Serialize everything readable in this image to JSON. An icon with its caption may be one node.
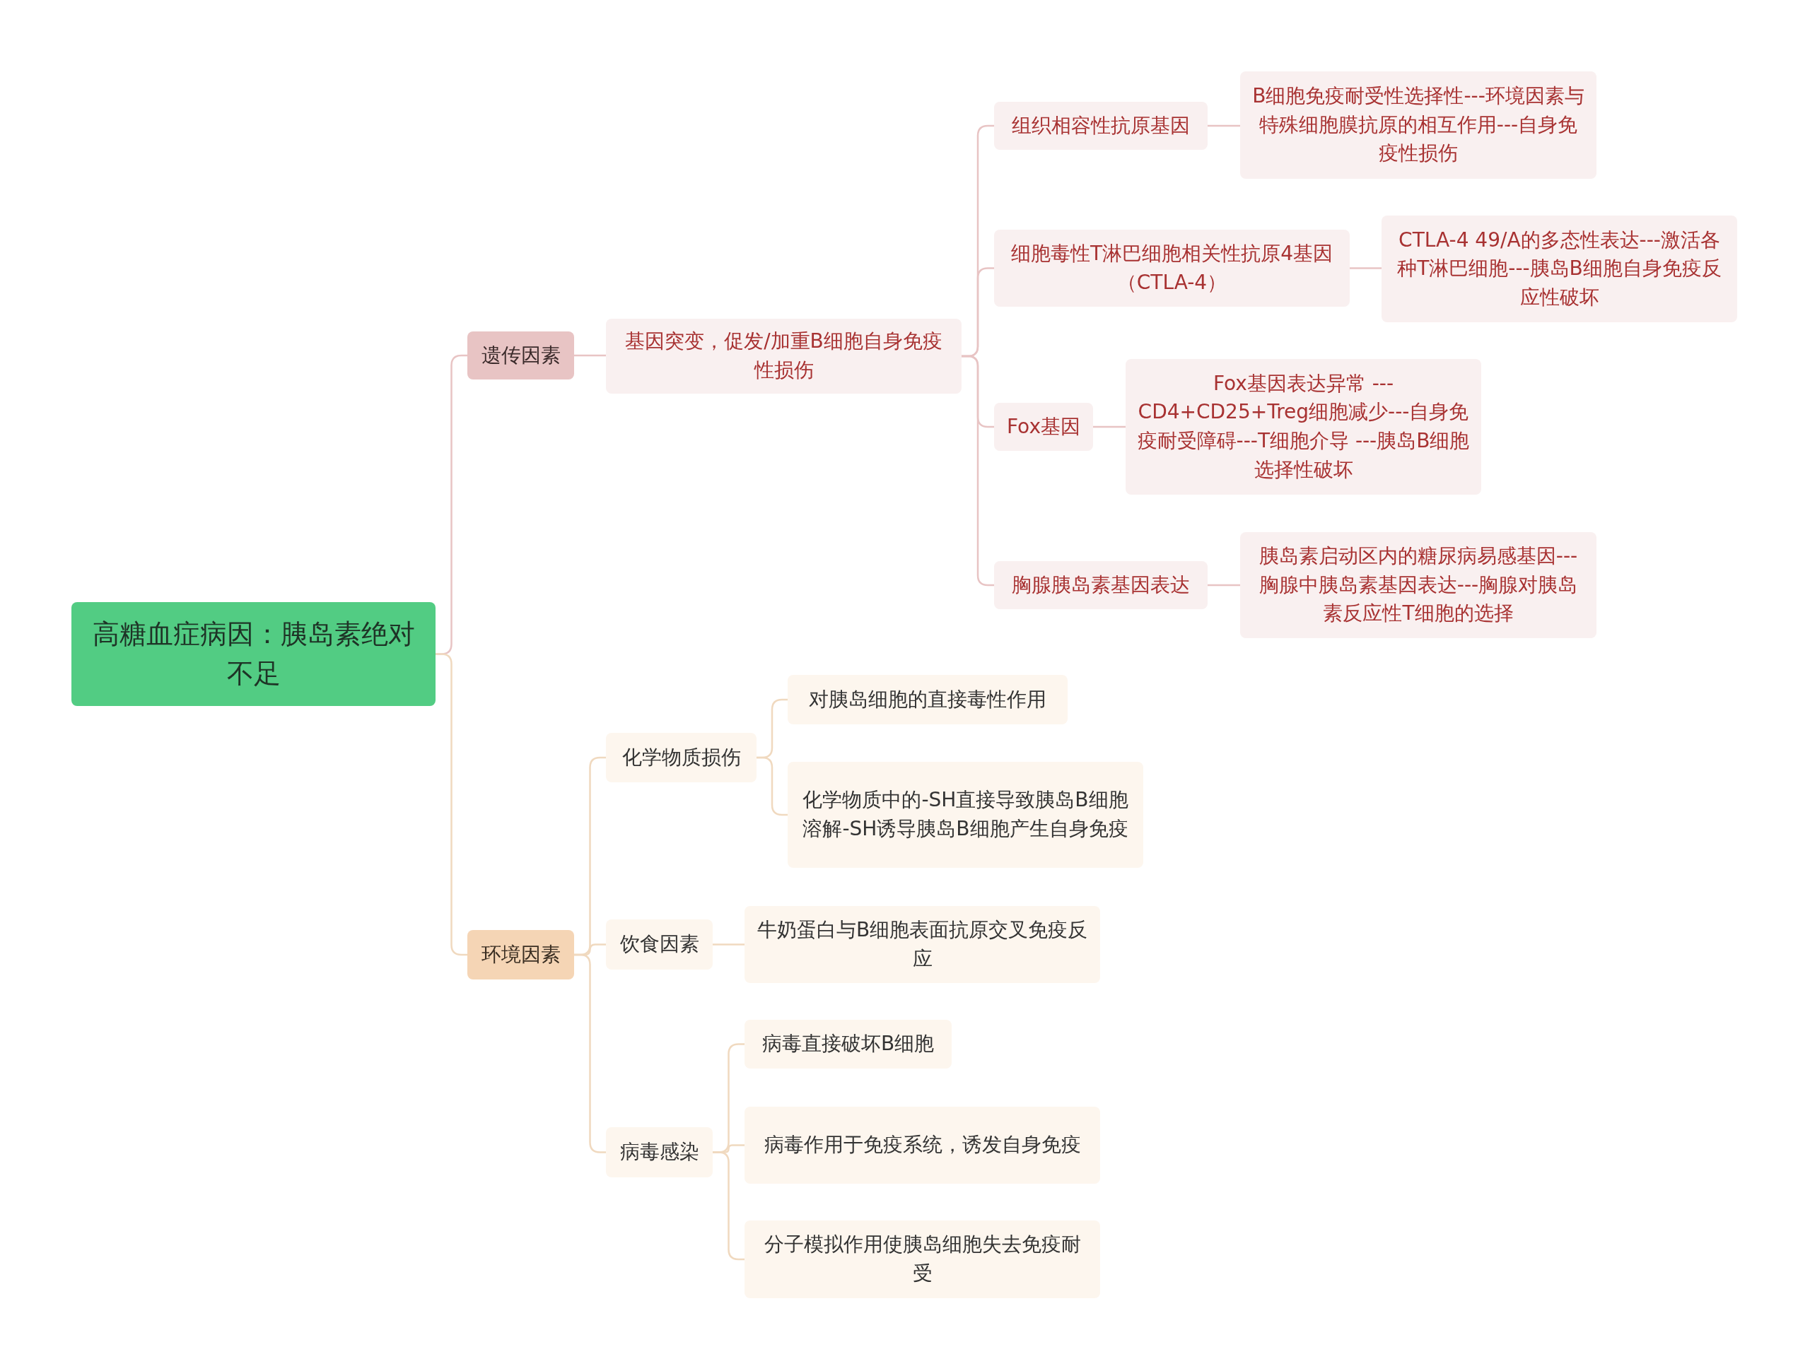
{
  "diagram": {
    "nodes": [
      {
        "text": [
          "高糖血症病因：胰岛素绝对不足"
        ]
      },
      {
        "text": [
          "遗传因素"
        ]
      },
      {
        "text": [
          "基因突变，促发/加重B细胞自身免疫性损伤"
        ]
      },
      {
        "text": [
          "组织相容性抗原基因"
        ]
      },
      {
        "text": [
          "B细胞免疫耐受性选择性---环境因素与特殊细胞膜抗原的相互作用---自身免疫性损伤"
        ]
      },
      {
        "text": [
          "细胞毒性T淋巴细胞相关性抗原4基因（CTLA-4）"
        ]
      },
      {
        "text": [
          "CTLA-4 49/A的多态性表达---激活各种T淋巴细胞---胰岛B细胞自身免疫反应性破坏"
        ]
      },
      {
        "text": [
          "Fox基因"
        ]
      },
      {
        "text": [
          "Fox基因表达异常 ---CD4+CD25+Treg细胞减少---自身免疫耐受障碍---T细胞介导 ---胰岛B细胞选择性破坏"
        ]
      },
      {
        "text": [
          "胸腺胰岛素基因表达"
        ]
      },
      {
        "text": [
          "胰岛素启动区内的糖尿病易感基因---胸腺中胰岛素基因表达---胸腺对胰岛素反应性T细胞的选择"
        ]
      },
      {
        "text": [
          "环境因素"
        ]
      },
      {
        "text": [
          "化学物质损伤"
        ]
      },
      {
        "text": [
          "对胰岛细胞的直接毒性作用"
        ]
      },
      {
        "text": [
          "化学物质中的-SH直接导致胰岛B细胞溶解-SH诱导胰岛B细胞产生自身免疫"
        ]
      },
      {
        "text": [
          "饮食因素"
        ]
      },
      {
        "text": [
          "牛奶蛋白与B细胞表面抗原交叉免疫反应"
        ]
      },
      {
        "text": [
          "病毒感染"
        ]
      },
      {
        "text": [
          "病毒直接破坏B细胞"
        ]
      },
      {
        "text": [
          "病毒作用于免疫系统，诱发自身免疫"
        ]
      },
      {
        "text": [
          "分子模拟作用使胰岛细胞失去免疫耐受"
        ]
      }
    ],
    "edges": [
      {
        "from": 0,
        "to": 1,
        "arrow": "none",
        "color": "#e8c4c4"
      },
      {
        "from": 1,
        "to": 2,
        "arrow": "none",
        "color": "#e8c4c4"
      },
      {
        "from": 2,
        "to": 3,
        "arrow": "none",
        "color": "#e8c4c4"
      },
      {
        "from": 3,
        "to": 4,
        "arrow": "none",
        "color": "#e8c4c4"
      },
      {
        "from": 2,
        "to": 5,
        "arrow": "none",
        "color": "#e8c4c4"
      },
      {
        "from": 5,
        "to": 6,
        "arrow": "none",
        "color": "#e8c4c4"
      },
      {
        "from": 2,
        "to": 7,
        "arrow": "none",
        "color": "#e8c4c4"
      },
      {
        "from": 7,
        "to": 8,
        "arrow": "none",
        "color": "#e8c4c4"
      },
      {
        "from": 2,
        "to": 9,
        "arrow": "none",
        "color": "#e8c4c4"
      },
      {
        "from": 9,
        "to": 10,
        "arrow": "none",
        "color": "#e8c4c4"
      },
      {
        "from": 0,
        "to": 11,
        "arrow": "none"
      },
      {
        "from": 11,
        "to": 12,
        "arrow": "none"
      },
      {
        "from": 12,
        "to": 13,
        "arrow": "none"
      },
      {
        "from": 12,
        "to": 14,
        "arrow": "none"
      },
      {
        "from": 11,
        "to": 15,
        "arrow": "none"
      },
      {
        "from": 15,
        "to": 16,
        "arrow": "none"
      },
      {
        "from": 11,
        "to": 17,
        "arrow": "none"
      },
      {
        "from": 17,
        "to": 18,
        "arrow": "none"
      },
      {
        "from": 17,
        "to": 19,
        "arrow": "none"
      },
      {
        "from": 17,
        "to": 20,
        "arrow": "none"
      }
    ]
  }
}
